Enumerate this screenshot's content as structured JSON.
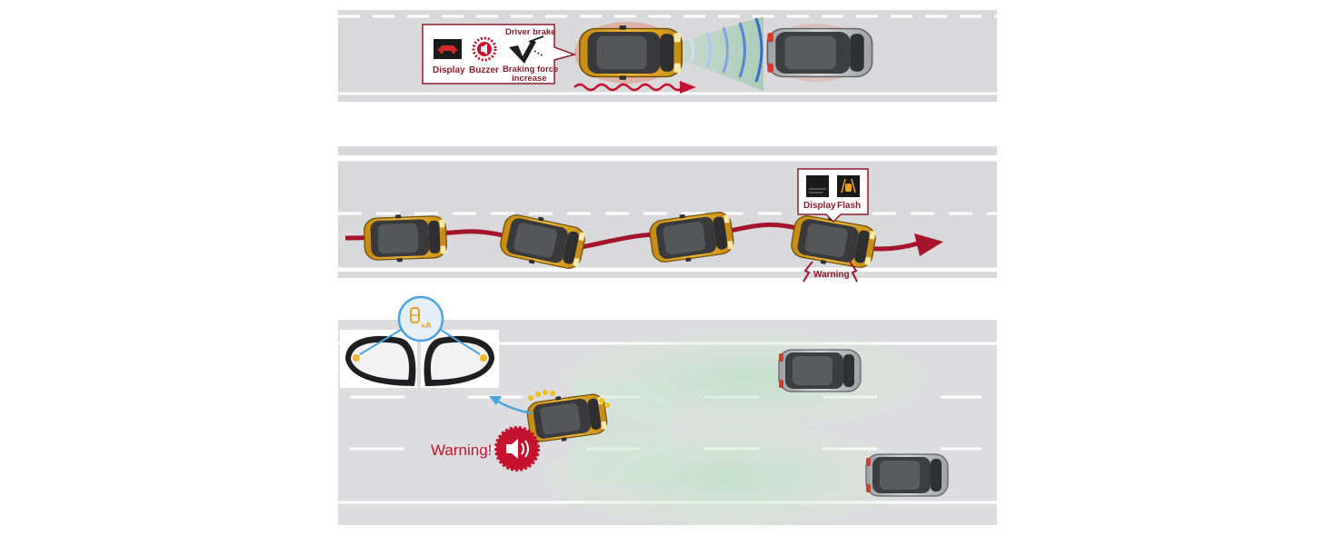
{
  "colors": {
    "road": "#d9d9db",
    "road_edge": "#c8c8ca",
    "lane_line": "#ffffff",
    "accent_red": "#8c1c2c",
    "warning_red": "#c4122f",
    "car_yellow": "#e0a324",
    "car_silver": "#b9bbbe",
    "radar_blue": "#4f7fd0",
    "zone_green": "#cfe9d3",
    "mirror_blue": "#4aa3df"
  },
  "panel1": {
    "title": "Forward collision warning",
    "callout": {
      "display_label": "Display",
      "buzzer_label": "Buzzer",
      "brake_label": "Driver brake",
      "braking_force_label_line1": "Braking force",
      "braking_force_label_line2": "increase"
    },
    "icons": [
      "car-warning-display-icon",
      "buzzer-icon",
      "brake-pedal-icon"
    ]
  },
  "panel2": {
    "title": "Lane departure warning",
    "callout": {
      "display_label": "Display",
      "flash_label": "Flash"
    },
    "warning_label": "Warning",
    "icons": [
      "lane-display-icon",
      "lane-flash-icon",
      "arrow-right-icon"
    ]
  },
  "panel3": {
    "title": "Blind spot warning",
    "warning_label": "Warning!",
    "icons": [
      "blind-spot-indicator-icon",
      "left-mirror-icon",
      "right-mirror-icon",
      "speaker-icon"
    ]
  }
}
